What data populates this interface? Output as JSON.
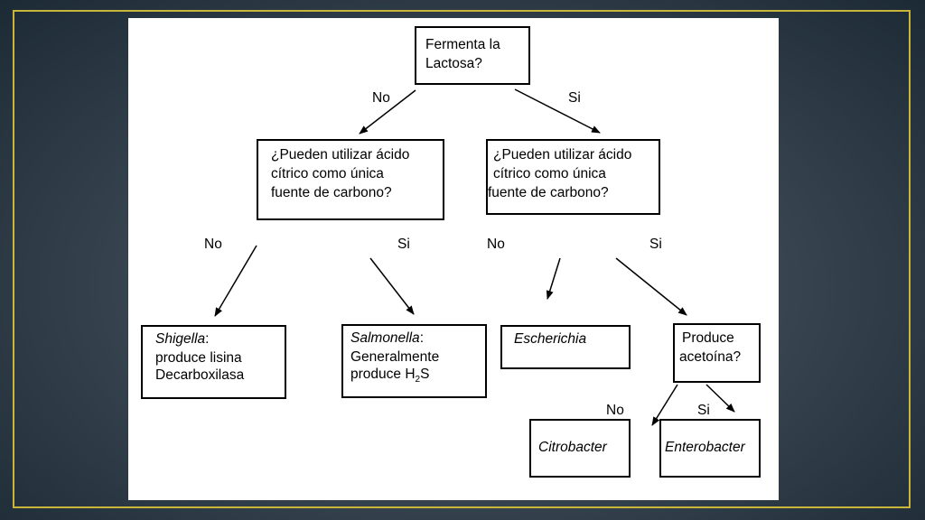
{
  "root": {
    "line1": "Fermenta la",
    "line2": "Lactosa?"
  },
  "left_question": {
    "line1": "¿Pueden utilizar ácido",
    "line2": "cítrico como única",
    "line3": "fuente  de carbono?"
  },
  "right_question": {
    "line1": "¿Pueden utilizar ácido",
    "line2": "cítrico como única",
    "line3": "fuente de carbono?"
  },
  "shigella": {
    "name": "Shigella",
    "suffix": ":",
    "line2": "produce lisina",
    "line3": "Decarboxilasa"
  },
  "salmonella": {
    "name": "Salmonella",
    "suffix": ":",
    "line2": "Generalmente",
    "line3_pre": "produce H",
    "line3_sub": "2",
    "line3_post": "S"
  },
  "escherichia": {
    "name": "Escherichia"
  },
  "acetoina": {
    "line1": "Produce",
    "line2": "acetoína?"
  },
  "citrobacter": {
    "name": "Citrobacter"
  },
  "enterobacter": {
    "name": "Enterobacter"
  },
  "edge_labels": {
    "root_no": "No",
    "root_si": "Si",
    "left_no": "No",
    "left_si": "Si",
    "right_no": "No",
    "right_si": "Si",
    "acet_no": "No",
    "acet_si": "Si"
  }
}
